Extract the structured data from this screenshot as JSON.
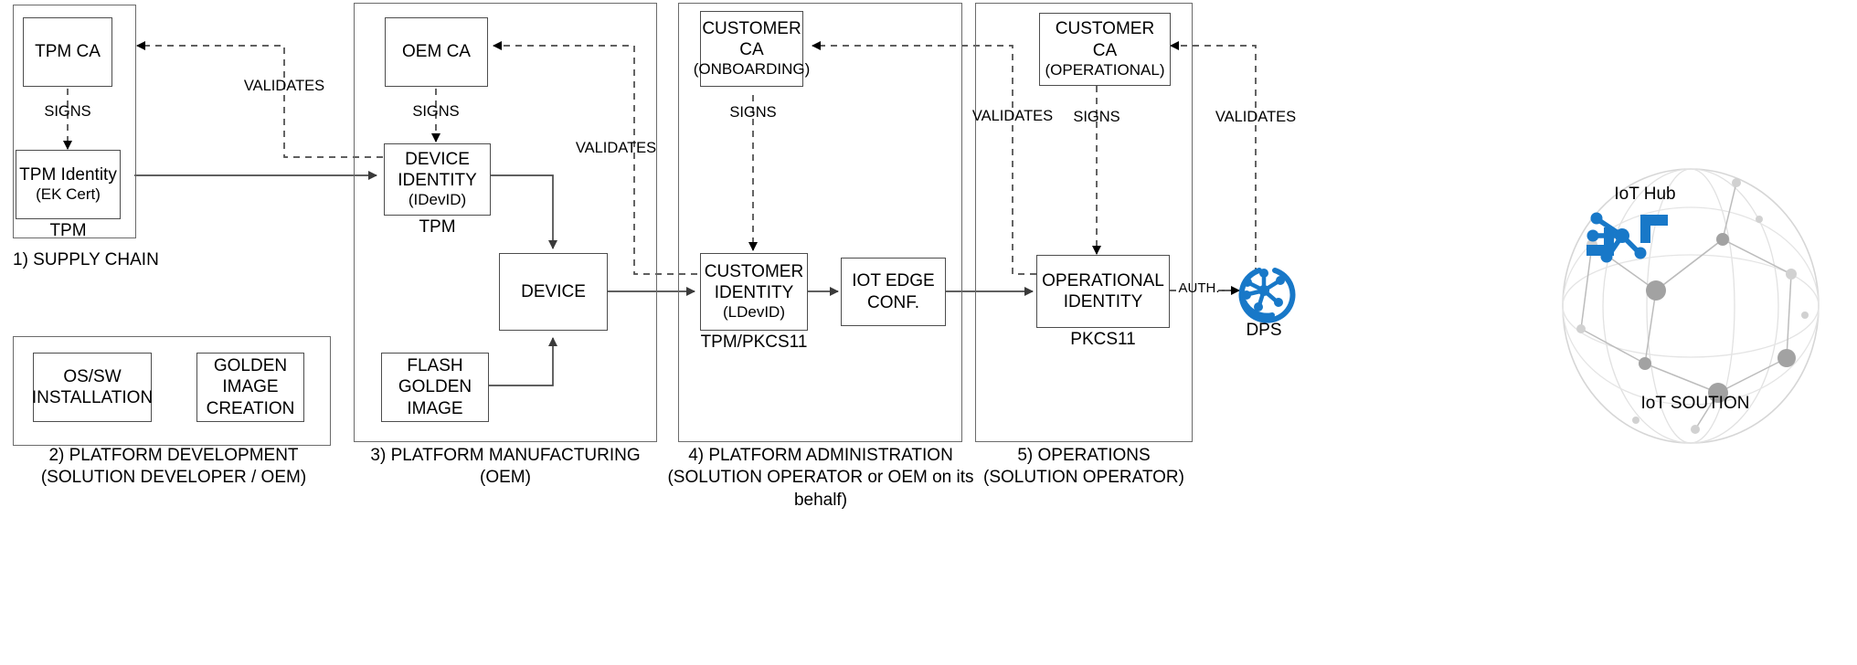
{
  "diagram": {
    "title": "IoT device identity lifecycle",
    "accent_color": "#1878c8",
    "box_border_color": "#4d4d4d",
    "lane_border_color": "#6b6b6b"
  },
  "lanes": [
    {
      "id": "supply-chain",
      "caption": "1) SUPPLY CHAIN",
      "caption_lines": [
        "1) SUPPLY CHAIN"
      ]
    },
    {
      "id": "platform-development",
      "caption": "2) PLATFORM DEVELOPMENT (SOLUTION DEVELOPER / OEM)",
      "caption_lines": [
        "2) PLATFORM DEVELOPMENT",
        "(SOLUTION DEVELOPER / OEM)"
      ]
    },
    {
      "id": "platform-manufacturing",
      "caption": "3) PLATFORM MANUFACTURING (OEM)",
      "caption_lines": [
        "3) PLATFORM MANUFACTURING",
        "(OEM)"
      ]
    },
    {
      "id": "platform-administration",
      "caption": "4) PLATFORM ADMINISTRATION (SOLUTION OPERATOR or OEM on its behalf)",
      "caption_lines": [
        "4) PLATFORM ADMINISTRATION",
        "(SOLUTION OPERATOR or OEM on its",
        "behalf)"
      ]
    },
    {
      "id": "operations",
      "caption": "5) OPERATIONS (SOLUTION OPERATOR)",
      "caption_lines": [
        "5) OPERATIONS",
        "(SOLUTION OPERATOR)"
      ]
    }
  ],
  "nodes": {
    "tpm_ca": {
      "label": "TPM CA"
    },
    "tpm_identity": {
      "label": "TPM Identity",
      "sub": "(EK Cert)"
    },
    "tpm_identity_under": "TPM",
    "os_sw_installation": {
      "line1": "OS/SW",
      "line2": "INSTALLATION"
    },
    "golden_image_creation": {
      "line1": "GOLDEN",
      "line2": "IMAGE",
      "line3": "CREATION"
    },
    "oem_ca": {
      "label": "OEM CA"
    },
    "device_identity": {
      "line1": "DEVICE",
      "line2": "IDENTITY",
      "sub": "(IDevID)"
    },
    "device_identity_under": "TPM",
    "flash_golden_image": {
      "line1": "FLASH",
      "line2": "GOLDEN",
      "line3": "IMAGE"
    },
    "device": {
      "label": "DEVICE"
    },
    "customer_ca_onboarding": {
      "line1": "CUSTOMER",
      "line2": "CA",
      "sub": "(ONBOARDING)"
    },
    "customer_identity": {
      "line1": "CUSTOMER",
      "line2": "IDENTITY",
      "sub": "(LDevID)"
    },
    "customer_identity_under": "TPM/PKCS11",
    "iot_edge_conf": {
      "line1": "IOT EDGE",
      "line2": "CONF."
    },
    "customer_ca_operational": {
      "line1": "CUSTOMER CA",
      "sub": "(OPERATIONAL)"
    },
    "operational_identity": {
      "line1": "OPERATIONAL",
      "line2": "IDENTITY"
    },
    "operational_identity_under": "PKCS11"
  },
  "edge_labels": {
    "signs_tpm": "SIGNS",
    "validates_supply": "VALIDATES",
    "signs_oem": "SIGNS",
    "validates_manufacturing": "VALIDATES",
    "signs_customer_onboarding": "SIGNS",
    "validates_operations_left": "VALIDATES",
    "signs_operational": "SIGNS",
    "validates_operations_right": "VALIDATES",
    "auth": "AUTH."
  },
  "cloud": {
    "iot_hub_label": "IoT Hub",
    "dps_label": "DPS",
    "solution_label": "IoT SOUTION",
    "iot_hub_icon": "iot-hub-icon",
    "dps_icon": "dps-icon",
    "globe_icon": "globe-network-icon"
  }
}
